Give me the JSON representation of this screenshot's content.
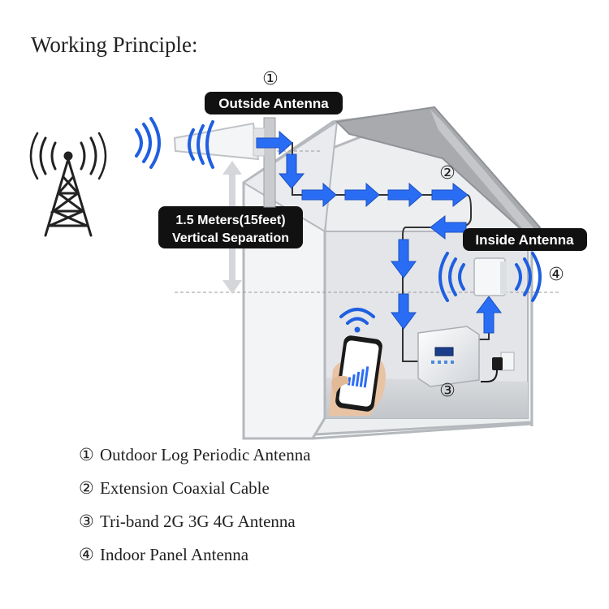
{
  "heading": "Working Principle:",
  "callouts": {
    "outside_num": "①",
    "outside_label": "Outside Antenna",
    "cable_num": "②",
    "inside_label": "Inside Antenna",
    "inside_num": "④",
    "repeater_num": "③",
    "separation_line1": "1.5 Meters(15feet)",
    "separation_line2": "Vertical Separation"
  },
  "legend": [
    {
      "num": "①",
      "text": "Outdoor Log Periodic Antenna"
    },
    {
      "num": "②",
      "text": "Extension Coaxial Cable"
    },
    {
      "num": "③",
      "text": "Tri-band 2G 3G 4G Antenna"
    },
    {
      "num": "④",
      "text": "Indoor Panel Antenna"
    }
  ],
  "colors": {
    "arrow": "#2a6df5",
    "signal": "#1f5fe0",
    "house_roof": "#a8aaad",
    "house_wall": "#eceef0",
    "label_bg": "#111111",
    "label_text": "#ffffff"
  },
  "icons": [
    "cell-tower-icon",
    "signal-waves-icon",
    "log-periodic-antenna-icon",
    "panel-antenna-icon",
    "repeater-icon",
    "smartphone-icon",
    "wifi-icon",
    "power-adapter-icon"
  ]
}
